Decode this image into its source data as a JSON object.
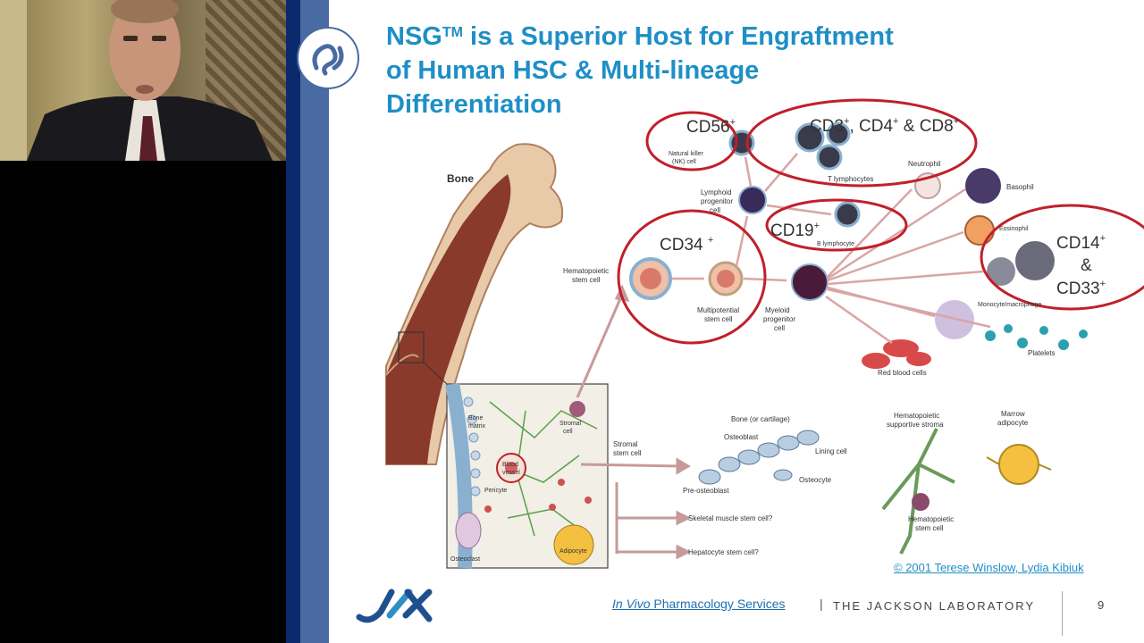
{
  "slide": {
    "title_line1_a": "NSG",
    "title_tm": "TM",
    "title_line1_b": " is a  Superior Host for Engraftment",
    "title_line2": "of Human HSC & Multi-lineage",
    "title_line3": "Differentiation",
    "page_number": "9",
    "copyright": "© 2001 Terese Winslow, Lydia Kibiuk",
    "footer_services_italic": "In Vivo",
    "footer_services_rest": " Pharmacology Services",
    "footer_separator": "|",
    "footer_org": "THE JACKSON LABORATORY"
  },
  "diagram": {
    "bone": "Bone",
    "cd56": "CD56",
    "cd56_sup": "+",
    "cd3": "CD3",
    "cd3_mid": ", CD4",
    "cd3_mid2": " & CD8",
    "plus": "+",
    "cd19": "CD19",
    "cd34": "CD34 ",
    "cd14": "CD14",
    "amp": "&",
    "cd33": "CD33",
    "nk_cell_1": "Natural killer",
    "nk_cell_2": "(NK) cell",
    "t_lymph": "T lymphocytes",
    "neutrophil": "Neutrophil",
    "basophil": "Basophil",
    "lymphoid_1": "Lymphoid",
    "lymphoid_2": "progenitor",
    "lymphoid_3": "cell",
    "b_lymph": "B lymphocyte",
    "eosinophil": "Eosinophil",
    "hsc_1": "Hematopoietic",
    "hsc_2": "stem cell",
    "multi_1": "Multipotential",
    "multi_2": "stem cell",
    "myeloid_1": "Myeloid",
    "myeloid_2": "progenitor",
    "myeloid_3": "cell",
    "monocyte": "Monocyte/macrophage",
    "platelets": "Platelets",
    "rbc": "Red blood cells",
    "bone_matrix_1": "Bone",
    "bone_matrix_2": "matrix",
    "stromal_cell_1": "Stromal",
    "stromal_cell_2": "cell",
    "blood_vessel_1": "Blood",
    "blood_vessel_2": "vessel",
    "pericyte": "Pericyte",
    "osteoclast": "Osteoclast",
    "adipocyte": "Adipocyte",
    "stromal_stem_1": "Stromal",
    "stromal_stem_2": "stem cell",
    "bone_cart": "Bone (or cartilage)",
    "osteoblast": "Osteoblast",
    "lining_cell": "Lining cell",
    "osteocyte": "Osteocyte",
    "pre_osteoblast": "Pre-osteoblast",
    "skeletal": "Skeletal muscle stem cell?",
    "hepatocyte": "Hepatocyte stem cell?",
    "hema_support_1": "Hematopoietic",
    "hema_support_2": "supportive stroma",
    "hema_stem_1": "Hematopoietic",
    "hema_stem_2": "stem cell",
    "marrow_1": "Marrow",
    "marrow_2": "adipocyte"
  },
  "colors": {
    "title": "#1e8fc6",
    "ellipse": "#c0202a",
    "bar_dark": "#0b2a6e",
    "bar_light": "#4a6aa3"
  }
}
